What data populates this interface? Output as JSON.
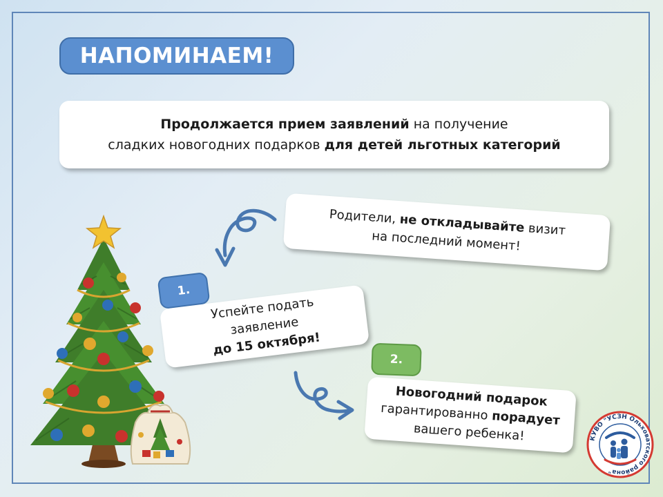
{
  "title": "НАПОМИНАЕМ!",
  "main_card": {
    "line1_bold": "Продолжается прием заявлений",
    "line1_rest": " на получение",
    "line2_rest": "сладких новогодних подарков ",
    "line2_bold": "для детей льготных категорий"
  },
  "parents_card": {
    "prefix": "Родители, ",
    "bold": "не откладывайте",
    "suffix": " визит",
    "line2": "на последний момент!"
  },
  "step1": {
    "badge": "1.",
    "line1": "Успейте подать",
    "line2": "заявление",
    "line3_bold": "до 15 октября!"
  },
  "step2": {
    "badge": "2.",
    "line1_bold": "Новогодний подарок",
    "line2_rest": "гарантированно ",
    "line2_bold": "порадует",
    "line3": "вашего ребенка!"
  },
  "logo": {
    "text": "КУВО \"УСЗН Ольховатского района\""
  },
  "colors": {
    "accent_blue": "#5b8fd0",
    "accent_green": "#7dbb62",
    "arrow": "#4a78b0"
  }
}
